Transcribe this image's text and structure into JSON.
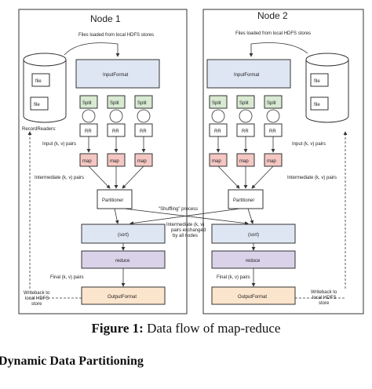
{
  "diagram": {
    "node1_title": "Node 1",
    "node2_title": "Node 2",
    "files_loaded": "Files loaded from local HDFS stores",
    "file_label": "file",
    "input_format": "InputFormat",
    "split": "Split",
    "rr": "RR",
    "record_readers": "RecordReaders:",
    "input_pairs": "Input (k, v) pairs",
    "map": "map",
    "intermediate_pairs": "Intermediate (k, v) pairs",
    "partitioner": "Partitioner",
    "shuffling": "\"Shuffling\" process",
    "exchanged_line1": "Intermediate (k, v)",
    "exchanged_line2": "pairs exchanged",
    "exchanged_line3": "by all nodes",
    "sort": "(sort)",
    "reduce": "reduce",
    "final_pairs": "Final (k, v) pairs",
    "writeback_line1": "Writeback to",
    "writeback_line2": "local HDFS",
    "writeback_line3": "store",
    "output_format": "OutputFormat",
    "colors": {
      "split_fill": "#d9ead3",
      "map_fill": "#f4c7c3",
      "reduce_fill": "#d9d2e9",
      "output_fill": "#fce5cd",
      "box_fill": "#dfe6f3"
    }
  },
  "caption": {
    "prefix": "Figure 1:",
    "text": " Data flow of map-reduce"
  },
  "section_heading": "Dynamic Data Partitioning"
}
